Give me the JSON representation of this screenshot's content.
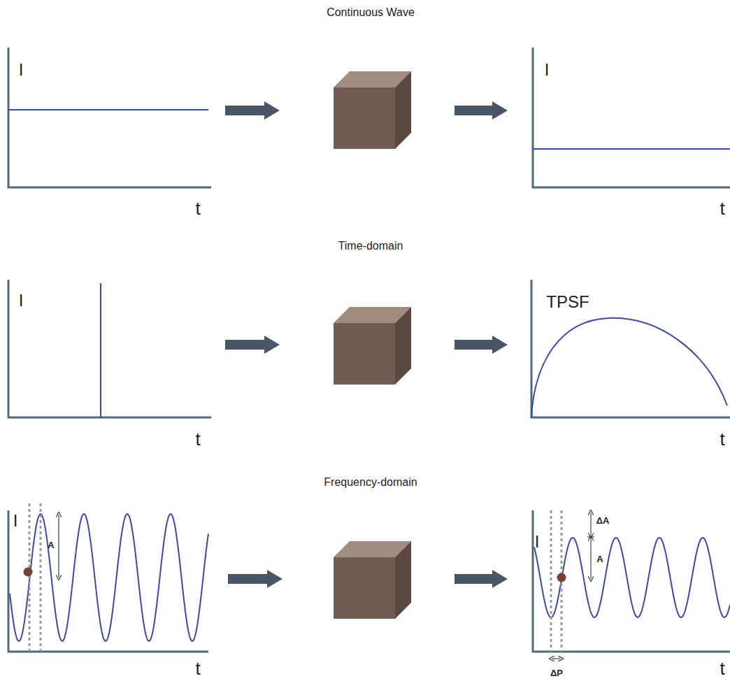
{
  "diagram": {
    "labels": [
      "Continuous Wave",
      "I",
      "t",
      "I",
      "t",
      "Time-domain",
      "I",
      "t",
      "TPSF",
      "t",
      "Frequency-domain",
      "I",
      "A",
      "t",
      "I",
      "ΔA",
      "A",
      "t",
      "ΔP"
    ]
  }
}
